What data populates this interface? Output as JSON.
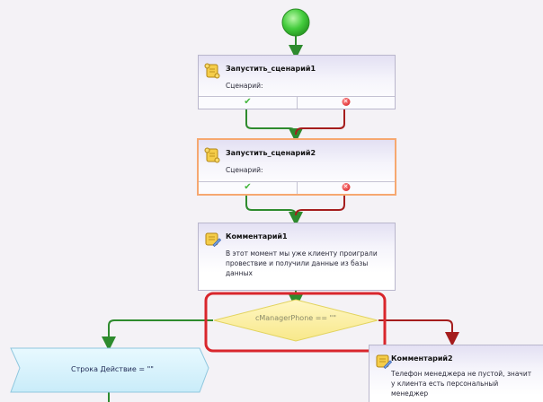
{
  "blocks": {
    "run1": {
      "title": "Запустить_сценарий1",
      "desc": "Сценарий:",
      "icon": "scroll-icon"
    },
    "run2": {
      "title": "Запустить_сценарий2",
      "desc": "Сценарий:",
      "icon": "scroll-icon"
    },
    "comment1": {
      "title": "Комментарий1",
      "desc": "В этот момент мы уже клиенту проиграли провествие и получили данные из базы данных",
      "icon": "comment-icon"
    },
    "comment2": {
      "title": "Комментарий2",
      "desc": "Телефон менеджера не пустой, значит у клиента есть персональный менеджер",
      "icon": "comment-icon"
    }
  },
  "condition": {
    "text": "cManagerPhone == \"\""
  },
  "action": {
    "text": "Строка Действие = \"\""
  },
  "colors": {
    "success_wire": "#2e8b2e",
    "error_wire": "#a51d1d",
    "selection_outline": "#d9262c",
    "start_node": "#4fd24a",
    "condition_fill": "#fdf3a6",
    "action_fill": "#d6f2fb"
  }
}
